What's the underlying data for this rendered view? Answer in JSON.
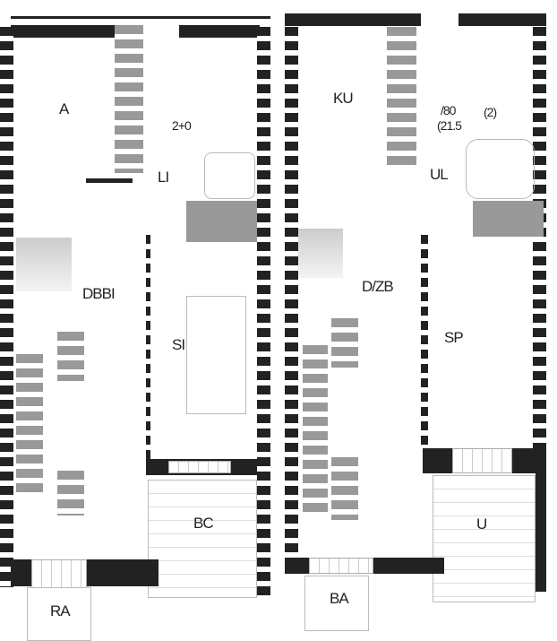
{
  "left_unit": {
    "rooms": [
      "A",
      "LI",
      "DBBI",
      "SI",
      "BC",
      "RA"
    ],
    "bath_code": "2+0"
  },
  "right_unit": {
    "rooms": [
      "KU",
      "UL",
      "D/ZB",
      "SP",
      "U",
      "BA"
    ],
    "hall_area": "/80",
    "hall_sub": "(21.5",
    "bath_num": "(2)"
  }
}
